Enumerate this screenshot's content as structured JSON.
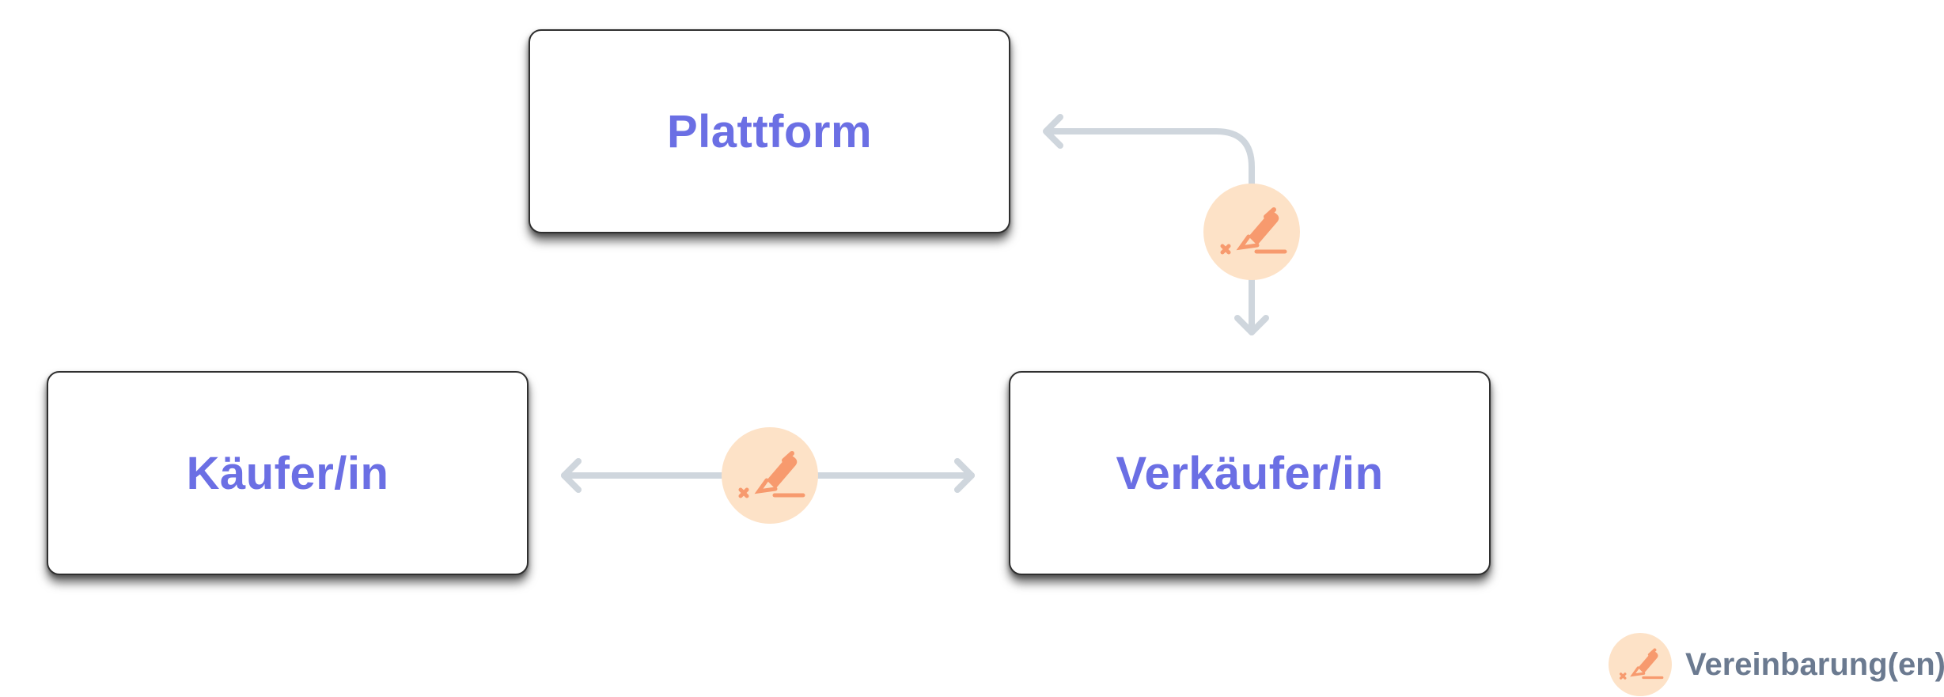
{
  "nodes": {
    "plattform": {
      "label": "Plattform"
    },
    "kaeufer": {
      "label": "Käufer/in"
    },
    "verkaeufer": {
      "label": "Verkäufer/in"
    }
  },
  "edges": [
    {
      "from": "plattform",
      "to": "verkaeufer",
      "kind": "agreement",
      "icon": "signature-pen-icon"
    },
    {
      "from": "kaeufer",
      "to": "verkaeufer",
      "kind": "agreement",
      "icon": "signature-pen-icon"
    }
  ],
  "legend": {
    "icon": "signature-pen-icon",
    "label": "Vereinbarung(en)"
  },
  "colors": {
    "node_text": "#6b6fe4",
    "connector": "#cfd6dd",
    "agreement_circle": "#fde2c7",
    "agreement_icon": "#f79a6e",
    "legend_text": "#6b7a90"
  }
}
